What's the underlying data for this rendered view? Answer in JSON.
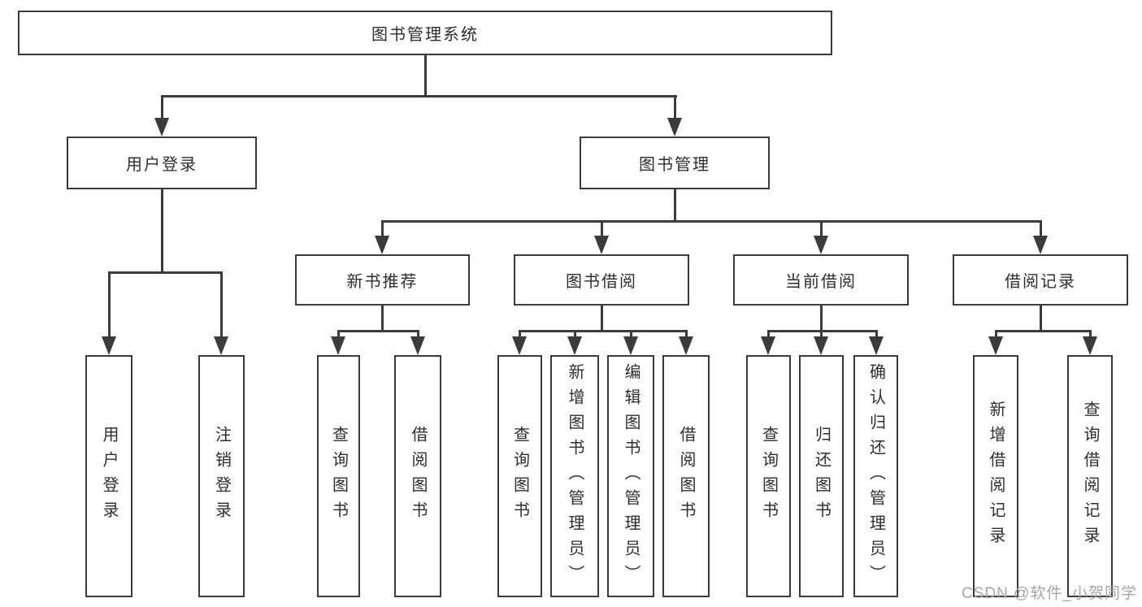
{
  "diagram": {
    "title": "图书管理系统",
    "children": [
      {
        "label": "用户登录",
        "children": [
          {
            "label": "用户登录"
          },
          {
            "label": "注销登录"
          }
        ]
      },
      {
        "label": "图书管理",
        "children": [
          {
            "label": "新书推荐",
            "children": [
              {
                "label": "查询图书"
              },
              {
                "label": "借阅图书"
              }
            ]
          },
          {
            "label": "图书借阅",
            "children": [
              {
                "label": "查询图书"
              },
              {
                "label": "新增图书（管理员）"
              },
              {
                "label": "编辑图书（管理员）"
              },
              {
                "label": "借阅图书"
              }
            ]
          },
          {
            "label": "当前借阅",
            "children": [
              {
                "label": "查询图书"
              },
              {
                "label": "归还图书"
              },
              {
                "label": "确认归还（管理员）"
              }
            ]
          },
          {
            "label": "借阅记录",
            "children": [
              {
                "label": "新增借阅记录"
              },
              {
                "label": "查询借阅记录"
              }
            ]
          }
        ]
      }
    ]
  },
  "watermark": {
    "text": "CSDN @软件_小贺同学"
  },
  "colors": {
    "line": "#3b3b3b",
    "text": "#2e2e2e",
    "watermark": "#a6a6a6",
    "background": "#ffffff"
  }
}
